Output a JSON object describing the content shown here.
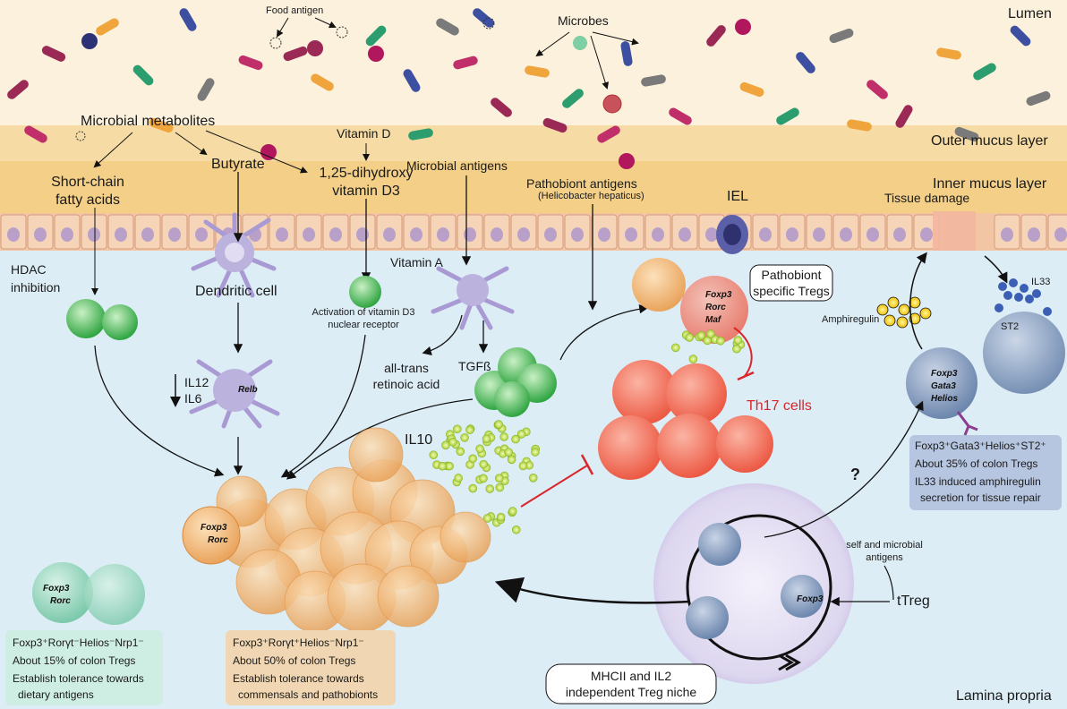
{
  "regions": {
    "lumen": "Lumen",
    "outer_mucus": "Outer mucus layer",
    "inner_mucus": "Inner mucus layer",
    "lamina_propria": "Lamina propria"
  },
  "labels": {
    "food_antigen": "Food antigen",
    "microbes": "Microbes",
    "microbial_metabolites": "Microbial metabolites",
    "scfa_line1": "Short-chain",
    "scfa_line2": "fatty acids",
    "butyrate": "Butyrate",
    "vitamin_d": "Vitamin D",
    "vit_d3_line1": "1,25-dihydroxy",
    "vit_d3_line2": "vitamin D3",
    "microbial_antigens": "Microbial antigens",
    "pathobiont_antigens": "Pathobiont antigens",
    "helicobacter": "(Helicobacter hepaticus)",
    "iel": "IEL",
    "tissue_damage": "Tissue damage",
    "hdac_line1": "HDAC",
    "hdac_line2": "inhibition",
    "dendritic_cell": "Dendritic cell",
    "activation_line1": "Activation of vitamin D3",
    "activation_line2": "nuclear receptor",
    "vitamin_a": "Vitamin A",
    "atra_line1": "all-trans",
    "atra_line2": "retinoic acid",
    "tgfb": "TGFß",
    "il12": "IL12",
    "il6": "IL6",
    "il10": "IL10",
    "th17": "Th17 cells",
    "pathobiont_tregs_line1": "Pathobiont",
    "pathobiont_tregs_line2": "specific Tregs",
    "amphiregulin": "Amphiregulin",
    "il33": "IL33",
    "st2": "ST2",
    "question": "?",
    "self_antigens_line1": "self and microbial",
    "self_antigens_line2": "antigens",
    "ttreg": "tTreg",
    "niche_line1": "MHCII and IL2",
    "niche_line2": "independent Treg niche"
  },
  "genes": {
    "foxp3": "Foxp3",
    "rorc": "Rorc",
    "maf": "Maf",
    "relb": "Relb",
    "gata3": "Gata3",
    "helios": "Helios"
  },
  "info_boxes": {
    "left": {
      "line1": "Foxp3⁺Rorγt⁻Helios⁻Nrp1⁻",
      "line2": "About 15% of colon Tregs",
      "line3": "Establish tolerance towards",
      "line4": "dietary antigens"
    },
    "center": {
      "line1": "Foxp3⁺Rorγt⁺Helios⁻Nrp1⁻",
      "line2": "About 50% of colon Tregs",
      "line3": "Establish tolerance towards",
      "line4": "commensals and pathobionts"
    },
    "right": {
      "line1": "Foxp3⁺Gata3⁺Helios⁺ST2⁺",
      "line2": "About 35% of colon Tregs",
      "line3": "IL33 induced amphiregulin",
      "line4": "secretion for tissue repair"
    }
  },
  "colors": {
    "lumen_bg": "#fbf1dc",
    "mucus_outer": "#f6dca4",
    "mucus_inner": "#f3cf88",
    "epithelium": "#f2c6a4",
    "lamina_bg": "#dcedf6",
    "green_cell": "#4cbf5b",
    "orange_cell": "#f3b979",
    "red_cell": "#f2705c",
    "blue_cell": "#8aa1c4",
    "dc": "#bcb2de",
    "inhibit": "#d9262a"
  }
}
